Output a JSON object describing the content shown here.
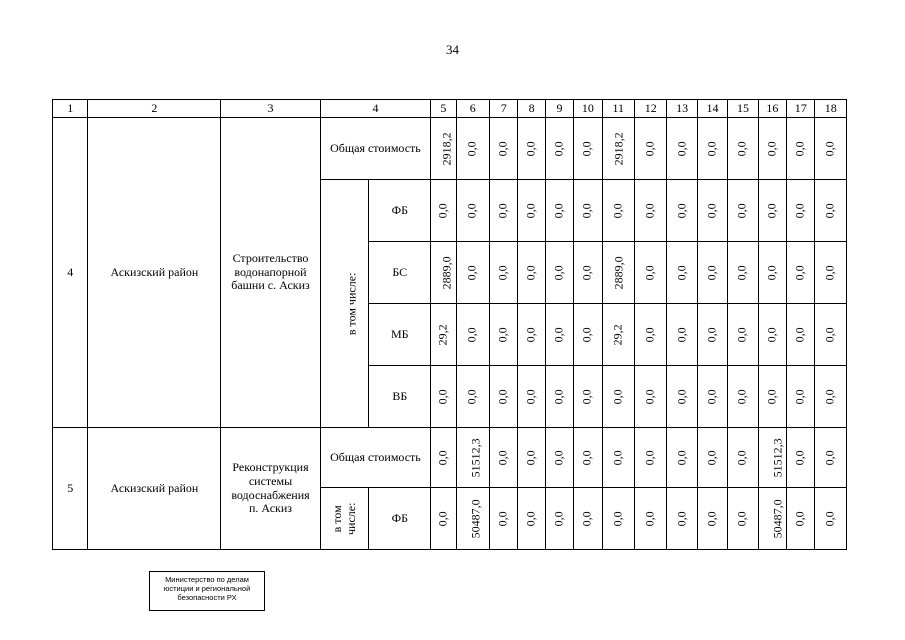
{
  "page_number": "34",
  "header": [
    "1",
    "2",
    "3",
    "4",
    "5",
    "6",
    "7",
    "8",
    "9",
    "10",
    "11",
    "12",
    "13",
    "14",
    "15",
    "16",
    "17",
    "18"
  ],
  "rows": {
    "r4": {
      "num": "4",
      "district": "Аскизский район",
      "object": "Строительство водонапорной башни с. Аскиз",
      "total_label": "Общая стоимость",
      "incl_label": "в том числе:",
      "total": [
        "2918,2",
        "0,0",
        "0,0",
        "0,0",
        "0,0",
        "0,0",
        "2918,2",
        "0,0",
        "0,0",
        "0,0",
        "0,0",
        "0,0",
        "0,0",
        "0,0"
      ],
      "sub": [
        {
          "label": "ФБ",
          "values": [
            "0,0",
            "0,0",
            "0,0",
            "0,0",
            "0,0",
            "0,0",
            "0,0",
            "0,0",
            "0,0",
            "0,0",
            "0,0",
            "0,0",
            "0,0",
            "0,0"
          ]
        },
        {
          "label": "БС",
          "values": [
            "2889,0",
            "0,0",
            "0,0",
            "0,0",
            "0,0",
            "0,0",
            "2889,0",
            "0,0",
            "0,0",
            "0,0",
            "0,0",
            "0,0",
            "0,0",
            "0,0"
          ]
        },
        {
          "label": "МБ",
          "values": [
            "29,2",
            "0,0",
            "0,0",
            "0,0",
            "0,0",
            "0,0",
            "29,2",
            "0,0",
            "0,0",
            "0,0",
            "0,0",
            "0,0",
            "0,0",
            "0,0"
          ]
        },
        {
          "label": "ВБ",
          "values": [
            "0,0",
            "0,0",
            "0,0",
            "0,0",
            "0,0",
            "0,0",
            "0,0",
            "0,0",
            "0,0",
            "0,0",
            "0,0",
            "0,0",
            "0,0",
            "0,0"
          ]
        }
      ]
    },
    "r5": {
      "num": "5",
      "district": "Аскизский район",
      "object": "Реконструкция системы водоснабжения п. Аскиз",
      "total_label": "Общая стоимость",
      "incl_label": "в том числе:",
      "total": [
        "0,0",
        "51512,3",
        "0,0",
        "0,0",
        "0,0",
        "0,0",
        "0,0",
        "0,0",
        "0,0",
        "0,0",
        "0,0",
        "51512,3",
        "0,0",
        "0,0"
      ],
      "sub": [
        {
          "label": "ФБ",
          "values": [
            "0,0",
            "50487,0",
            "0,0",
            "0,0",
            "0,0",
            "0,0",
            "0,0",
            "0,0",
            "0,0",
            "0,0",
            "0,0",
            "50487,0",
            "0,0",
            "0,0"
          ]
        }
      ]
    }
  },
  "stamp": {
    "line1": "Министерство по делам",
    "line2": "юстиции и региональной",
    "line3": "безопасности РХ"
  }
}
